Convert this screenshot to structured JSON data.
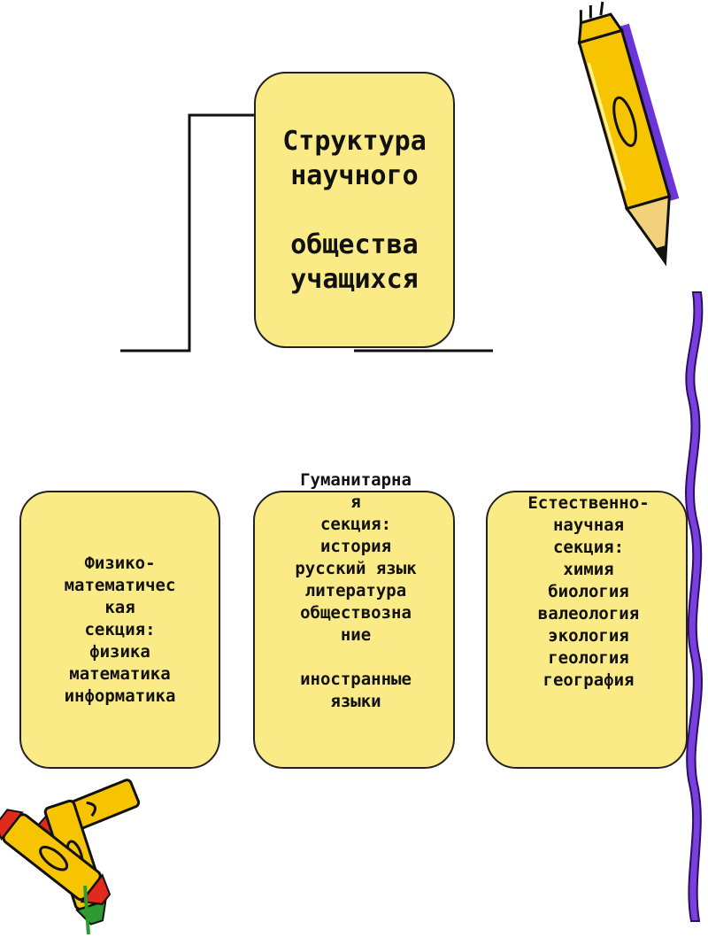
{
  "diagram": {
    "root": {
      "text": "Структура\nнаучного\n\nобщества\nучащихся"
    },
    "sections": [
      {
        "text": "Физико-\nматематичес\nкая\n секция:\nфизика\nматематика\nинформатика"
      },
      {
        "text": "Гуманитарна\nя\nсекция:\nистория\nрусский язык\nлитература\nобществозна\nние\n\nиностранные\nязыки"
      },
      {
        "text": "Естественно-\nнаучная\nсекция:\nхимия\nбиология\nвалеология\nэкология\nгеология\nгеография"
      }
    ]
  },
  "colors": {
    "box_fill": "#fbeb86",
    "pencil_yellow": "#f6c400",
    "pencil_purple": "#6b35d9",
    "ribbon_purple": "#7b3fe0",
    "marker_red": "#e02a1e",
    "marker_green": "#2f9a2f"
  },
  "icons": [
    "pencil-icon",
    "markers-icon",
    "ribbon-decoration"
  ]
}
